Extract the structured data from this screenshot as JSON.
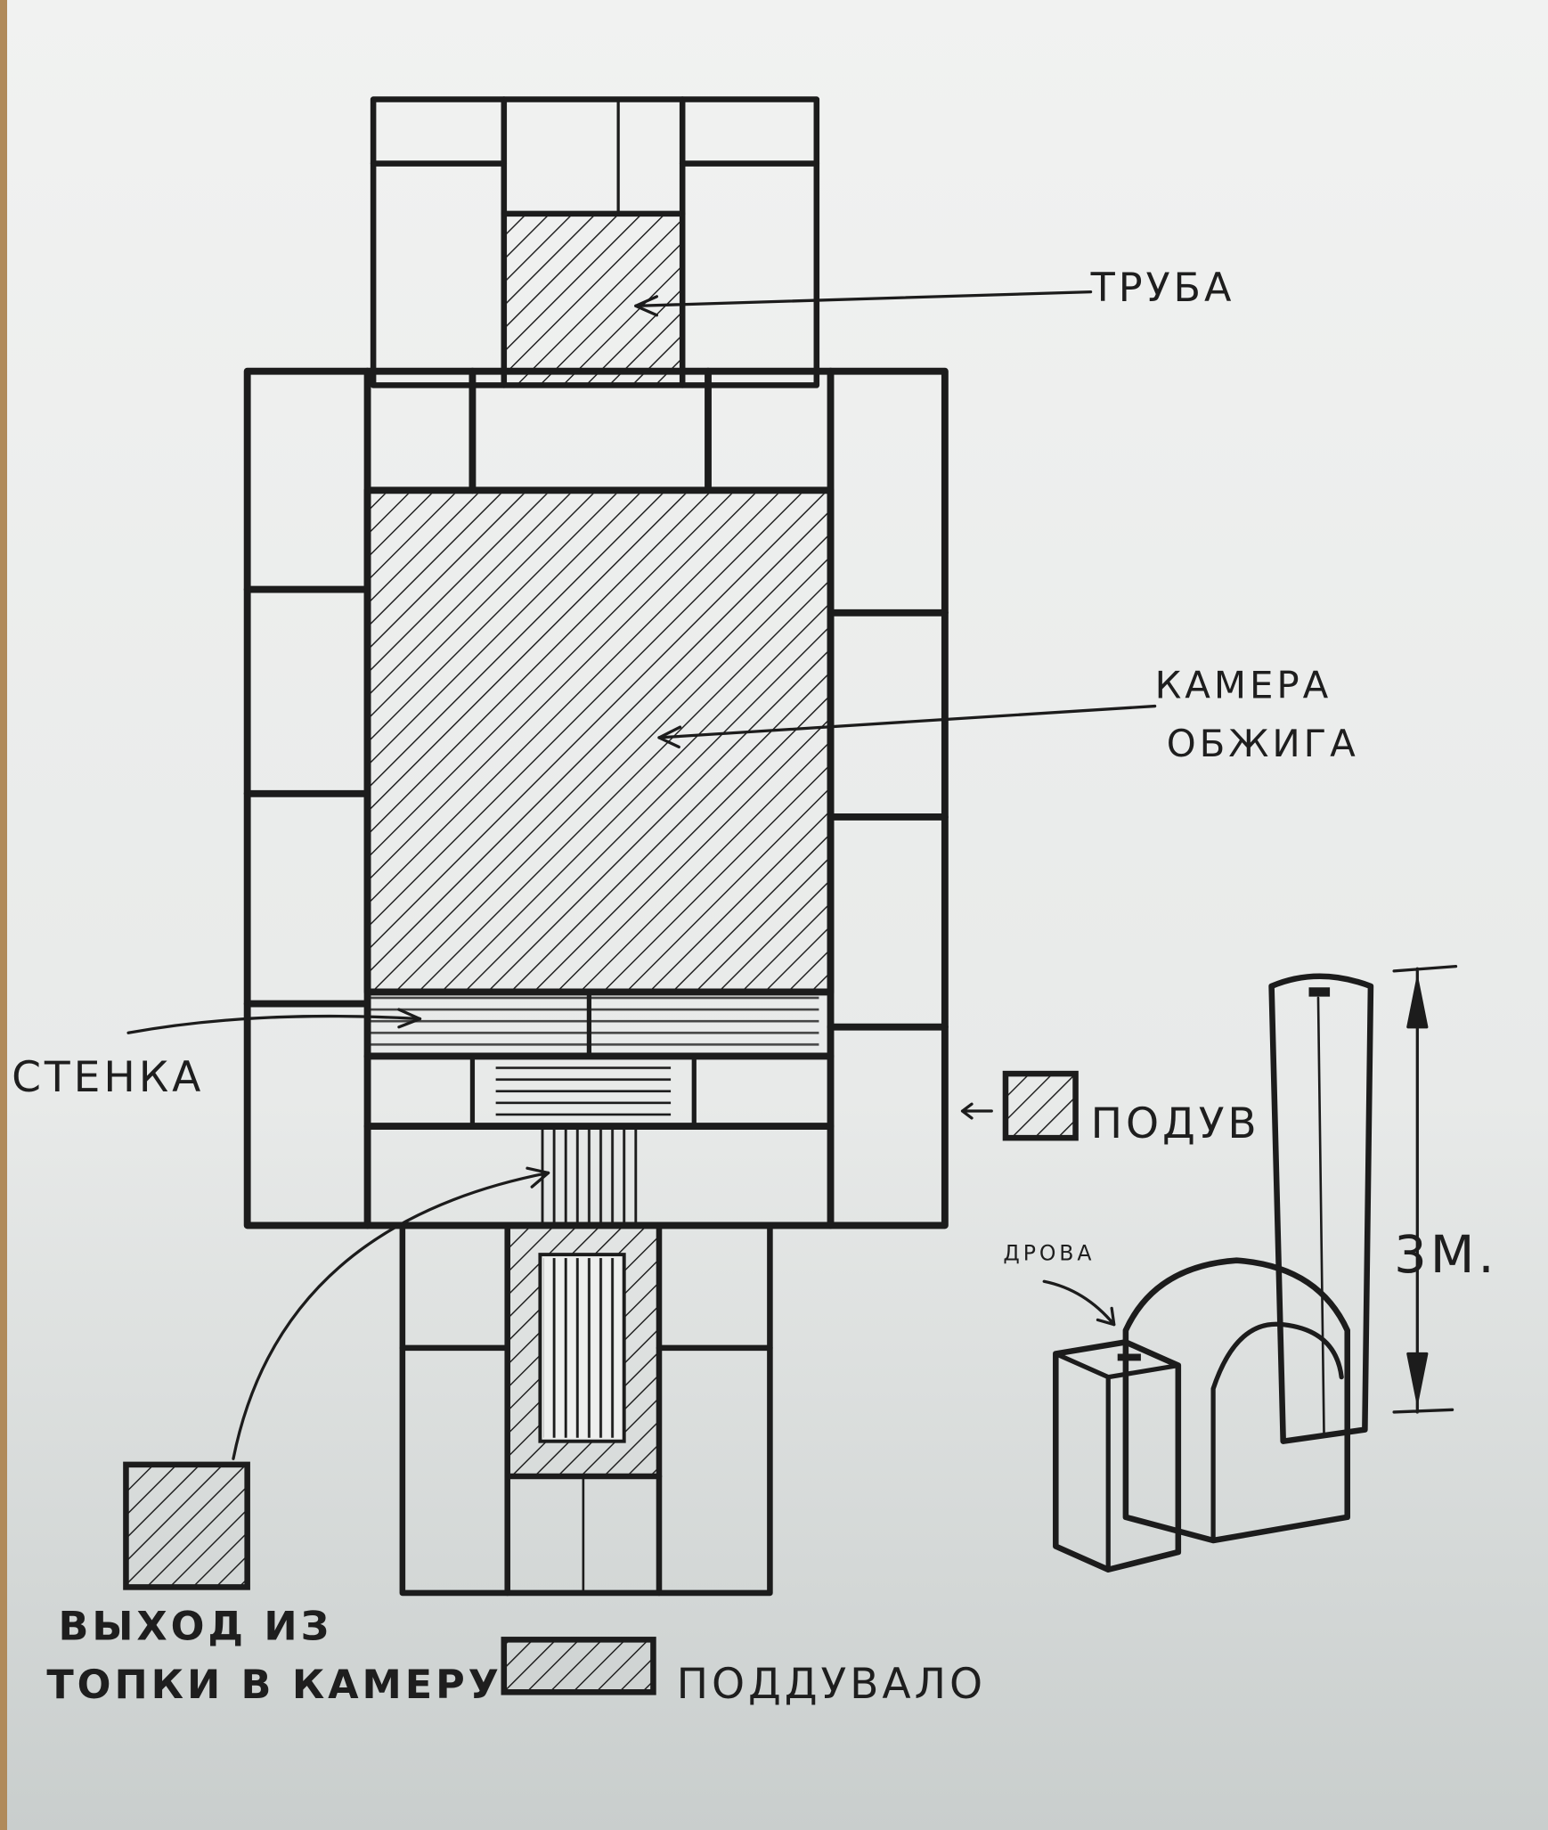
{
  "labels": {
    "chimney": "ТРУБА",
    "chamber_line1": "КАМЕРА",
    "chamber_line2": "ОБЖИГА",
    "wall": "СТЕНКА",
    "air_inlet": "ПОДУВ",
    "height": "3М.",
    "firewood": "ДРОВА",
    "exit_line1": "ВЫХОД ИЗ",
    "exit_line2": "ТОПКИ В КАМЕРУ",
    "ash_pit": "ПОДДУВАЛО"
  },
  "colors": {
    "ink": "#1c1c1c",
    "paper": "#eeefee"
  }
}
